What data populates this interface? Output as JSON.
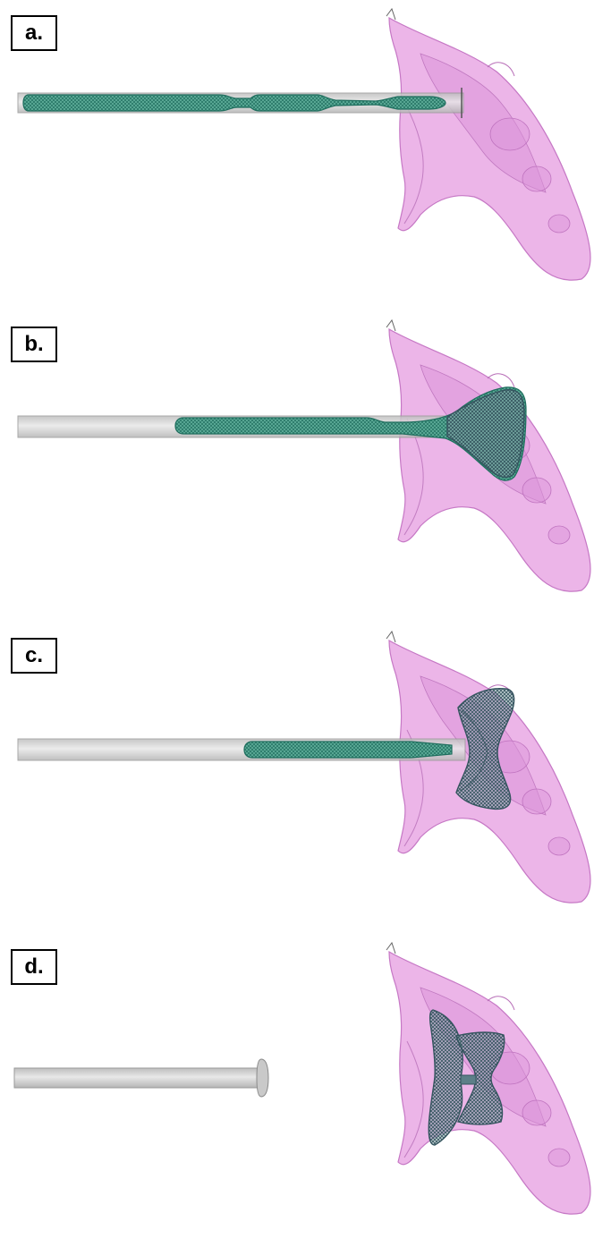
{
  "figure": {
    "panels": [
      {
        "id": "a",
        "label": "a."
      },
      {
        "id": "b",
        "label": "b."
      },
      {
        "id": "c",
        "label": "c."
      },
      {
        "id": "d",
        "label": "d."
      }
    ]
  },
  "colors": {
    "atrium": "#e9a8e4",
    "atrium_edge": "#c678c5",
    "delivery_sheath": "#d2d2d2",
    "sheath_edge": "#9a9a9a",
    "mesh_device": "#2f8a78",
    "deployed_mesh": "#4a6e78",
    "label_border": "#000000"
  },
  "icons": {
    "atrium": "pink-atrium-shape",
    "sheath": "gray-tube",
    "device": "green-wire-mesh-occluder"
  }
}
